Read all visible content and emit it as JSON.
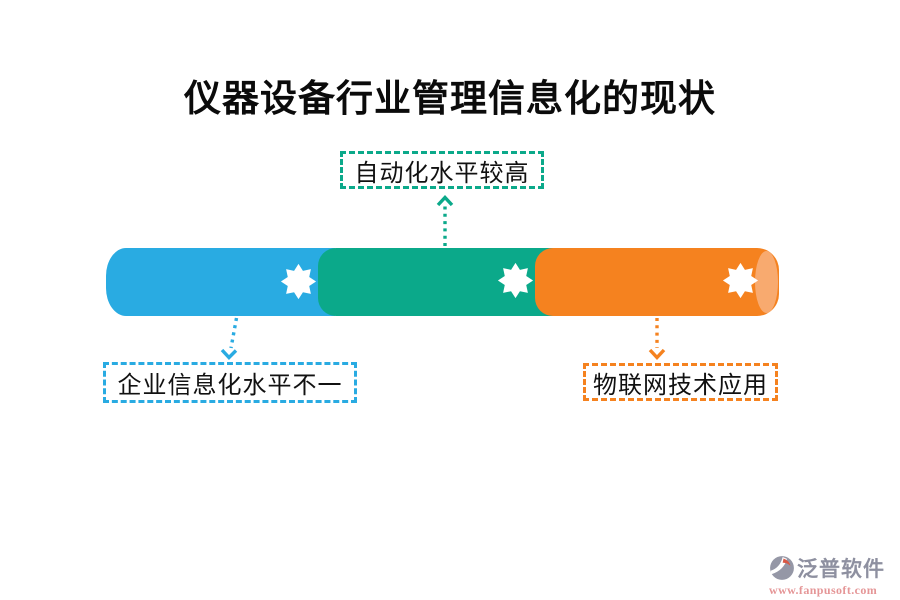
{
  "title": "仪器设备行业管理信息化的现状",
  "labels": [
    {
      "id": "automation",
      "text": "自动化水平较高",
      "color": "#0BA98A",
      "position": "top",
      "arrow_direction": "up"
    },
    {
      "id": "informatization",
      "text": "企业信息化水平不一",
      "color": "#29ABE2",
      "position": "bottom-left",
      "arrow_direction": "down"
    },
    {
      "id": "iot",
      "text": "物联网技术应用",
      "color": "#F5821F",
      "position": "bottom-right",
      "arrow_direction": "down"
    }
  ],
  "cylinder": {
    "type": "horizontal-3d-bar",
    "segments": [
      {
        "color": "#29ABE2",
        "linked_label": "企业信息化水平不一"
      },
      {
        "color": "#0BA98A",
        "linked_label": "自动化水平较高"
      },
      {
        "color": "#F5821F",
        "linked_label": "物联网技术应用"
      }
    ],
    "end_cap_color": "#F8AA6F",
    "marker_icon": "8-point-star",
    "marker_color": "#FFFFFF"
  },
  "watermark": {
    "brand": "泛普软件",
    "url": "www.fanpusoft.com",
    "brand_color": "#8E90A0",
    "url_color": "#E59697",
    "logo_colors": {
      "body": "#9597A6",
      "accent": "#D95744"
    }
  }
}
